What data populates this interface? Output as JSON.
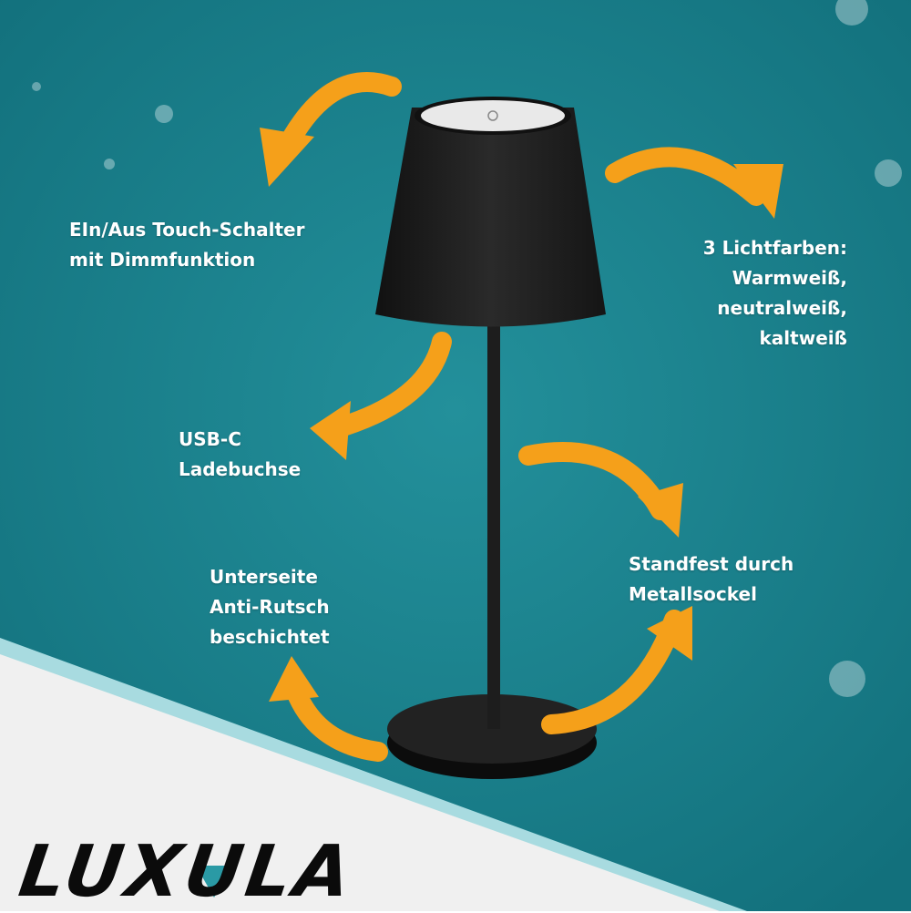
{
  "brand": {
    "logo_text": "LUXULA",
    "accent_color": "#2a9aa5"
  },
  "colors": {
    "background": "#1f8591",
    "arrow": "#f5a01a",
    "lamp": "#1a1a1a",
    "bottom_panel": "#f0f0f0"
  },
  "features": {
    "touch_switch": [
      "EIn/Aus Touch-Schalter",
      "mit Dimmfunktion"
    ],
    "light_colors": [
      "3 Lichtfarben:",
      "Warmweiß,",
      "neutralweiß,",
      "kaltweiß"
    ],
    "usb": [
      "USB-C",
      "Ladebuchse"
    ],
    "base": [
      "Standfest durch",
      "Metallsockel"
    ],
    "bottom": [
      "Unterseite",
      "Anti-Rutsch",
      "beschichtet"
    ]
  }
}
